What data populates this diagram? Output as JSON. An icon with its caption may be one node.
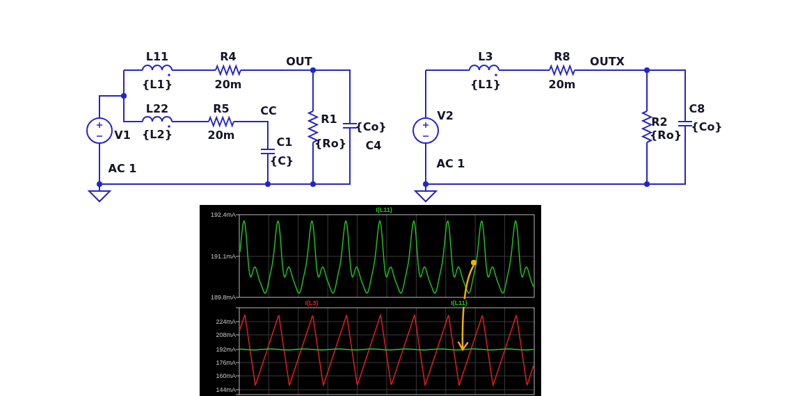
{
  "diagram": {
    "nodes": [
      {
        "text": [],
        "shape": "circle"
      },
      {
        "text": [],
        "shape": "line"
      }
    ],
    "edges": [
      {
        "from": 0,
        "to": 1,
        "arrow": "to",
        "color": "#f4b000"
      }
    ],
    "labels": [
      "L11",
      "R4",
      "OUT",
      "{L1}",
      "20m",
      "L22",
      "R5",
      "CC",
      "V1",
      "R1",
      "{Co}",
      "{L2}",
      "20m",
      "C1",
      "{Ro}",
      "C4",
      "{C}",
      "AC 1",
      "L3",
      "R8",
      "OUTX",
      "{L1}",
      "20m",
      "V2",
      "C8",
      "R2",
      "{Co}",
      "{Ro}",
      "AC 1",
      "I(L11)",
      "192.4mA",
      "191.1mA",
      "189.8mA",
      "I(L3)",
      "I(L11)",
      "224mA",
      "208mA",
      "192mA",
      "176mA",
      "160mA",
      "144mA"
    ]
  }
}
